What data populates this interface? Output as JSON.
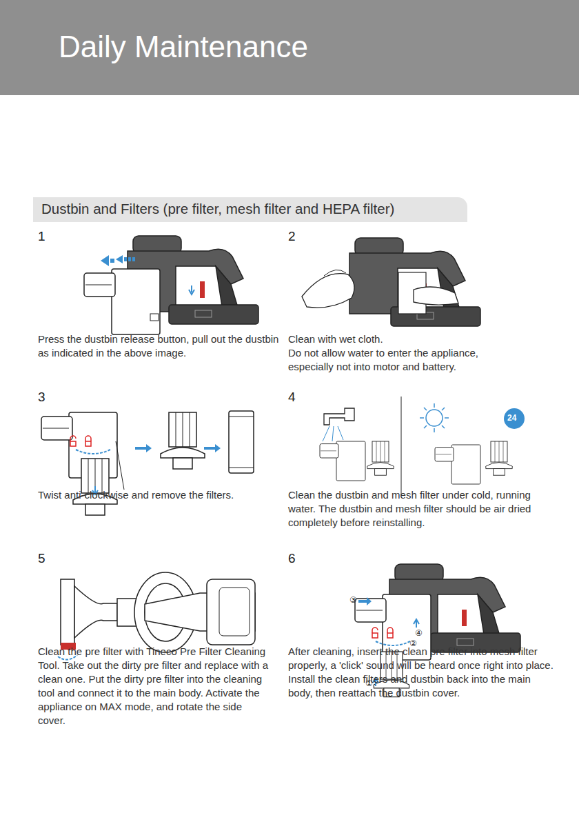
{
  "diagram": {
    "nodes": [
      {
        "text": [
          "Daily Maintenance"
        ]
      },
      {
        "text": [
          "Dustbin and Filters (pre filter, mesh filter and HEPA filter)"
        ]
      }
    ],
    "labels": [
      "1",
      "Press the dustbin release button, pull out the dustbin as indicated in the above image.",
      "2",
      "Clean with wet cloth.",
      "Do not allow water to enter the appliance, especially not into motor and battery.",
      "3",
      "Twist anti-clockwise and remove the filters.",
      "4",
      "Clean the dustbin and mesh filter under cold, running water. The dustbin and mesh filter should be air dried completely before reinstalling.",
      "5",
      "Clean the pre filter with Tineco Pre Filter Cleaning Tool. Take out the dirty pre filter and replace with a clean one. Put the dirty pre filter into the cleaning tool and connect it to the main body. Activate the appliance on MAX mode, and rotate the side cover.",
      "6",
      "After cleaning, insert the clean pre filter into mesh filter properly, a 'click' sound will be heard once right into place. Install the clean filters and dustbin back into the main body, then reattach the dustbin cover.",
      "24",
      "③",
      "④",
      "②",
      "①"
    ]
  }
}
